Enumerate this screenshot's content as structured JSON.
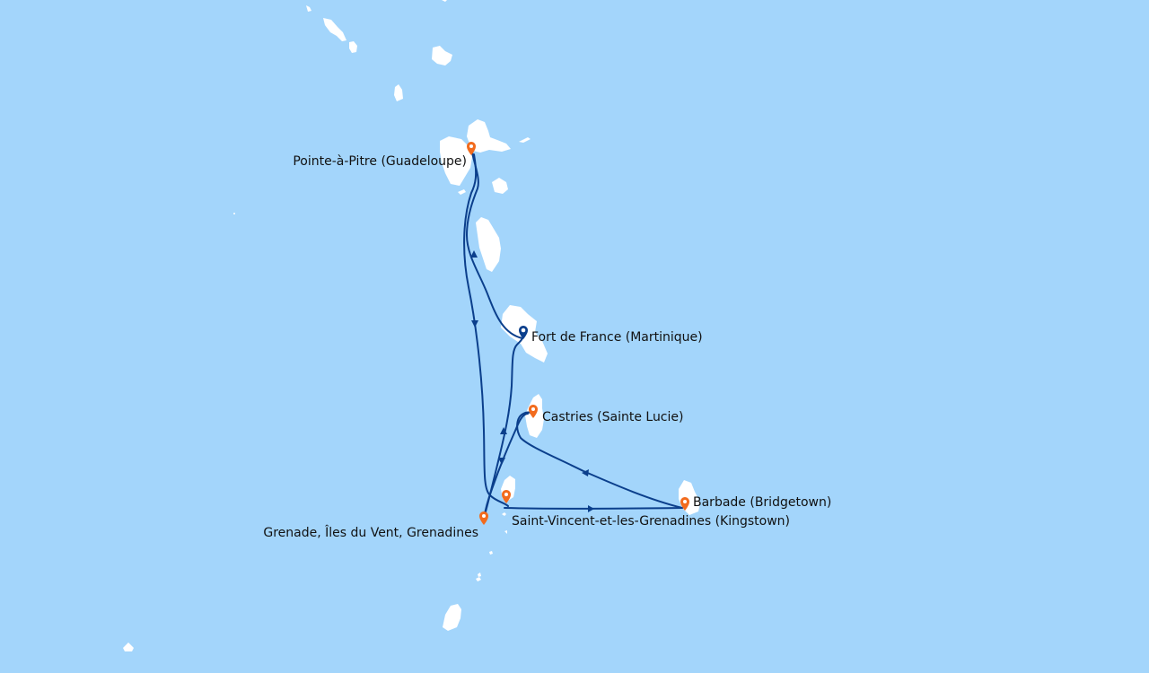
{
  "colors": {
    "sea": "#a3d5fb",
    "land": "#ffffff",
    "route": "#0b3f8c",
    "port_marker": "#f26b1d",
    "start_marker": "#0b3f8c"
  },
  "ports": [
    {
      "name": "Pointe-à-Pitre (Guadeloupe)",
      "type": "port",
      "icon": "orange-pin-icon"
    },
    {
      "name": "Fort de France (Martinique)",
      "type": "start",
      "icon": "blue-pin-icon"
    },
    {
      "name": "Castries (Sainte Lucie)",
      "type": "port",
      "icon": "orange-pin-icon"
    },
    {
      "name": "Barbade (Bridgetown)",
      "type": "port",
      "icon": "orange-pin-icon"
    },
    {
      "name": "Saint-Vincent-et-les-Grenadines (Kingstown)",
      "type": "port",
      "icon": "orange-pin-icon"
    },
    {
      "name": "Grenade, Îles du Vent, Grenadines",
      "type": "port",
      "icon": "orange-pin-icon"
    }
  ]
}
